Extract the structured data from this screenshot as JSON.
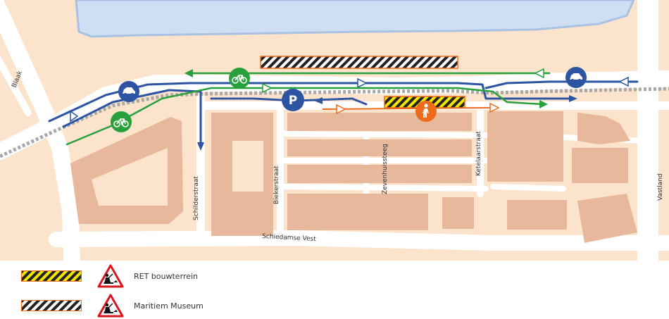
{
  "map": {
    "colors": {
      "water": "#cfdff3",
      "water_edge": "#a9c2e3",
      "land": "#fbe3cc",
      "block": "#e8b89c",
      "road": "#ffffff",
      "car_route": "#2c54a3",
      "bike_route": "#28a03c",
      "pedestrian_route": "#ee6a1c",
      "tram": "#a8a8a8"
    },
    "streets": {
      "blaak": "Blaak",
      "schilderstraat": "Schilderstraat",
      "biekerstraat": "Biekerstraat",
      "zevenhuissteeg": "Zevenhuissteeg",
      "ketelaarstraat": "Ketelaarstraat",
      "schiedamse_vest": "Schiedamse Vest",
      "vastland": "Vastland"
    },
    "markers": {
      "parking_letter": "P"
    }
  },
  "legend": {
    "items": [
      {
        "label": "RET bouwterrein",
        "pattern": "yellow-black-hatch"
      },
      {
        "label": "Maritiem Museum",
        "pattern": "white-black-hatch"
      }
    ]
  }
}
